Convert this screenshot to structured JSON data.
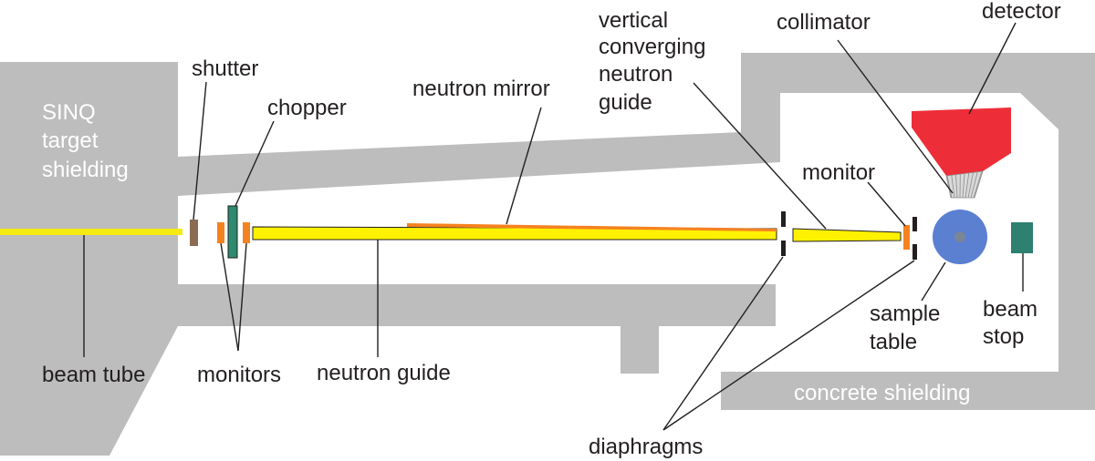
{
  "colors": {
    "shielding": "#bdbdbe",
    "beam": "#f5ea14",
    "guide_fill": "#fff200",
    "mirror": "#f58220",
    "monitor": "#f58220",
    "shutter": "#8b6c53",
    "chopper": "#2e8b70",
    "beam_stop": "#2e8070",
    "sample": "#5b7fd1",
    "detector": "#ed2e38",
    "diaphragm": "#231f20",
    "text": "#231f20"
  },
  "labels": {
    "sinq": [
      "SINQ",
      "target",
      "shielding"
    ],
    "shutter": "shutter",
    "chopper": "chopper",
    "neutron_mirror": "neutron mirror",
    "vertical_guide": [
      "vertical",
      "converging",
      "neutron",
      "guide"
    ],
    "collimator": "collimator",
    "detector": "detector",
    "monitor": "monitor",
    "beam_tube": "beam tube",
    "monitors": "monitors",
    "neutron_guide": "neutron guide",
    "sample_table": [
      "sample",
      "table"
    ],
    "beam_stop": [
      "beam",
      "stop"
    ],
    "concrete_shielding": "concrete shielding",
    "diaphragms": "diaphragms"
  }
}
